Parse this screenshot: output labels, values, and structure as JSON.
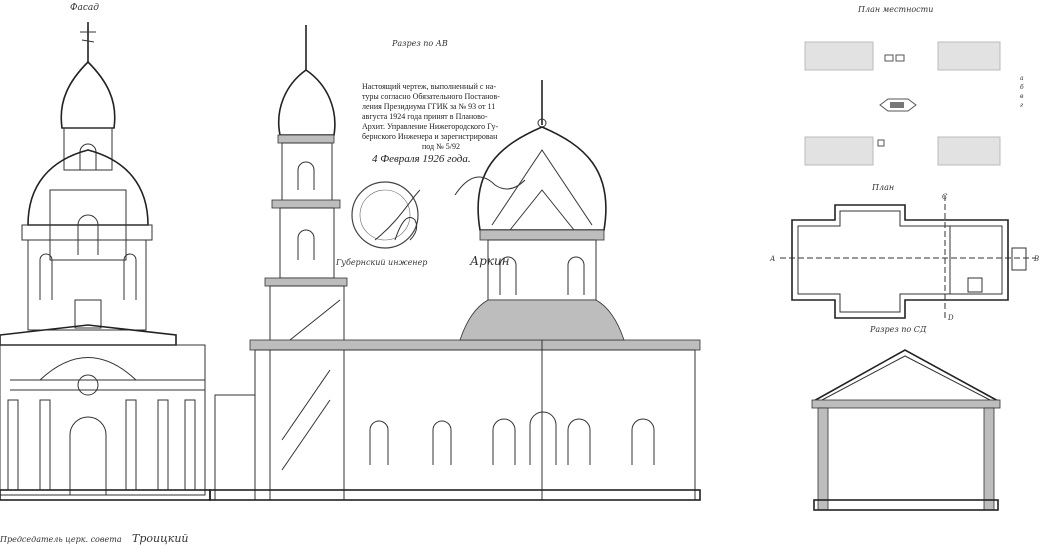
{
  "titles": {
    "facade": "Фасад",
    "section_ab": "Разрез по АВ",
    "site_plan": "План местности",
    "plan": "План",
    "section_cd": "Разрез по СД"
  },
  "plan_markers": {
    "a": "А",
    "b": "В",
    "c": "С",
    "d": "D"
  },
  "stamp": {
    "lines": [
      "Настоящий чертеж, выполненный с на-",
      "туры согласно Обязательного Постанов-",
      "ления Президиума ГГИК за № 93 от 11",
      "августа 1924 года принят в Планово-",
      "Архит. Управление Нижегородского Гу-",
      "бернского Инженера и зарегистрирован",
      "под № 5/92"
    ],
    "date": "4 Февраля 1926 года."
  },
  "signatures": {
    "chair": "Председатель церк. совета",
    "chair_name": "Троицкий",
    "engineer": "Губернский инженер",
    "engineer_name": "Аркин"
  },
  "site_legend": [
    "а",
    "б",
    "в",
    "г"
  ]
}
